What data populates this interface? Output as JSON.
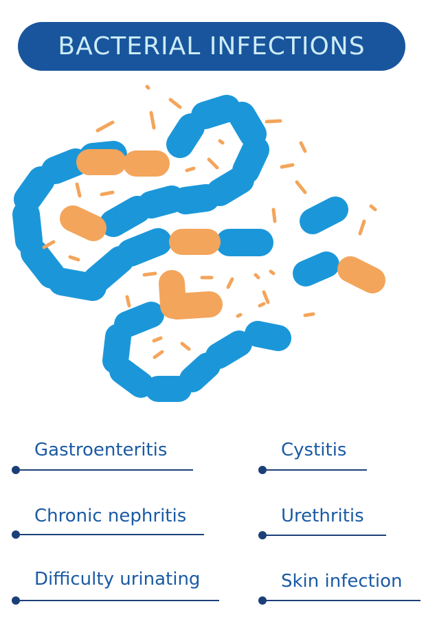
{
  "title": "BACTERIAL INFECTIONS",
  "colors": {
    "title_bg": "#19559c",
    "title_text": "#ccecf8",
    "blue": "#1b97d9",
    "orange": "#f3a55b",
    "label": "#1a5aa3",
    "rule": "#1b3f78"
  },
  "illustration": {
    "icon": "bacteria-cluster-illustration"
  },
  "conditions": [
    "Gastroenteritis",
    "Cystitis",
    "Chronic nephritis",
    "Urethritis",
    "Difficulty urinating",
    "Skin infection"
  ]
}
